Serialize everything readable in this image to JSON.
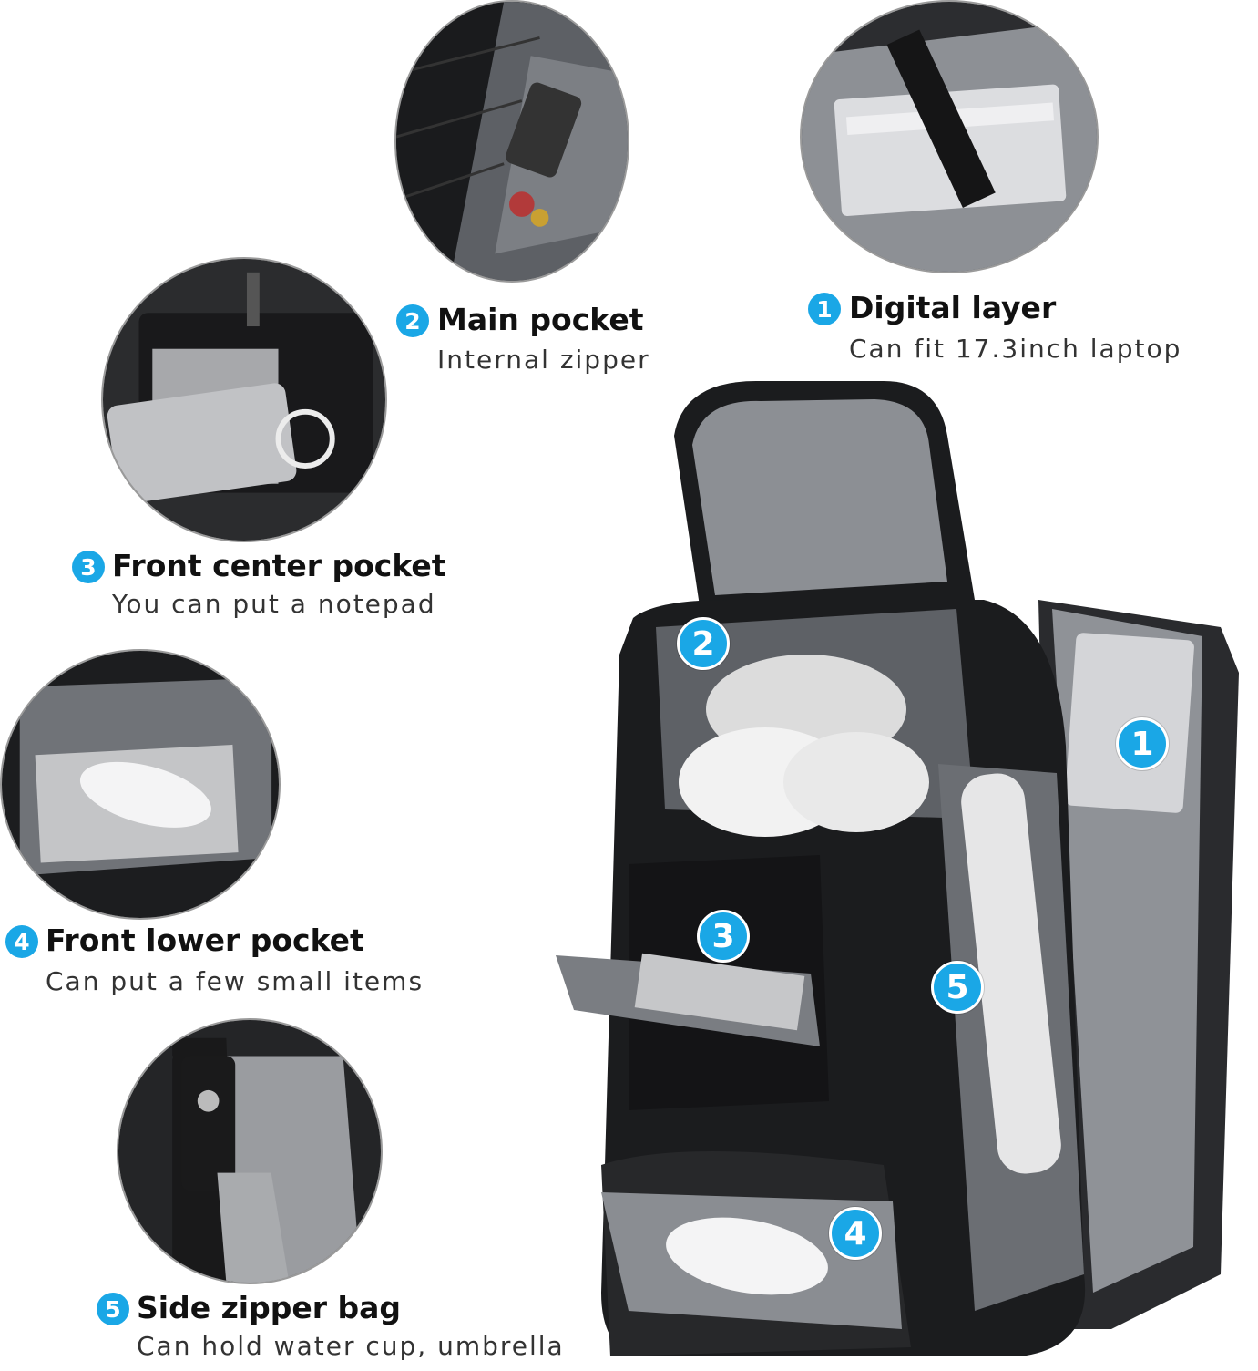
{
  "features": [
    {
      "number": "1",
      "title": "Digital layer",
      "subtitle": "Can fit 17.3inch laptop"
    },
    {
      "number": "2",
      "title": "Main pocket",
      "subtitle": "Internal zipper"
    },
    {
      "number": "3",
      "title": "Front center pocket",
      "subtitle": "You can put a notepad"
    },
    {
      "number": "4",
      "title": "Front lower pocket",
      "subtitle": "Can put a few small items"
    },
    {
      "number": "5",
      "title": "Side zipper bag",
      "subtitle": "Can hold water cup, umbrella"
    }
  ],
  "product_callouts": [
    "1",
    "2",
    "3",
    "4",
    "5"
  ],
  "colors": {
    "badge": "#1aa7e6",
    "bag": "#1b1c1e",
    "lining": "#8f9297"
  }
}
